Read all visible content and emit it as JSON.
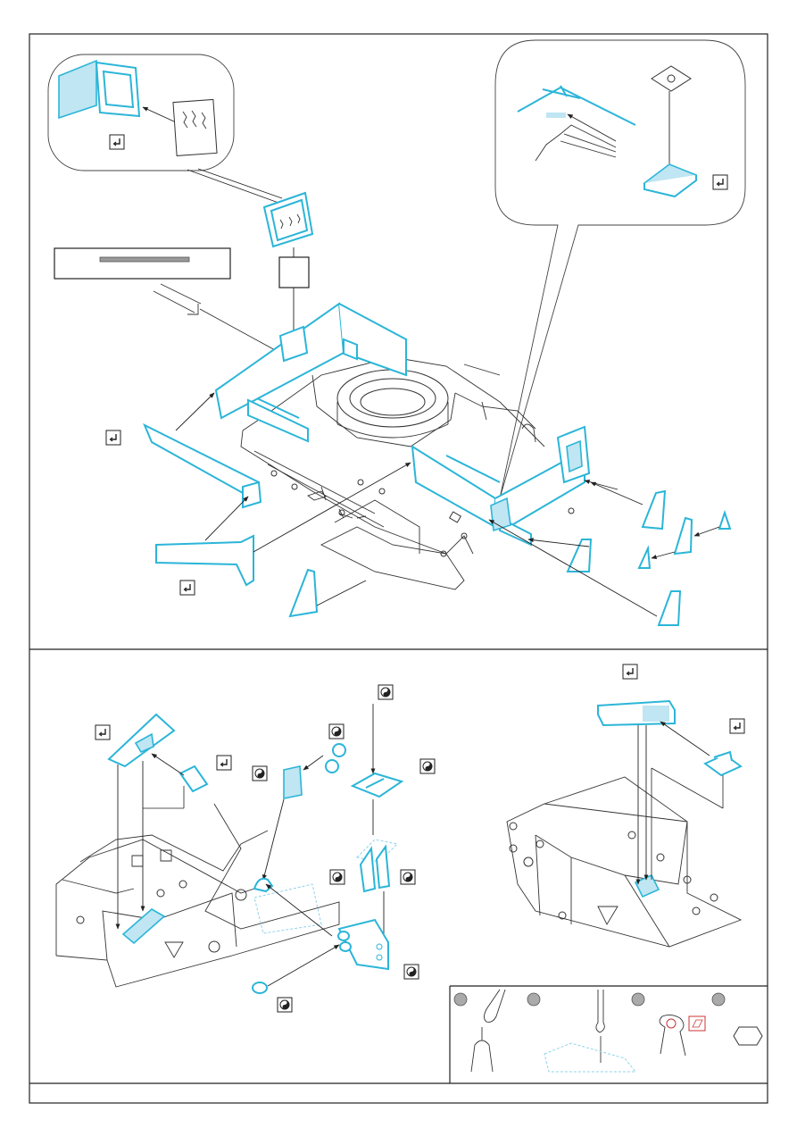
{
  "sheet": {
    "sections": [
      "top-assembly",
      "bottom-assembly",
      "tools-legend"
    ],
    "symbols": {
      "bend": "bend-symbol-icon",
      "glue": "glue-symbol-icon",
      "yin-yang": "fold-symbol-icon"
    },
    "colors": {
      "part_outline": "#2bb5d8",
      "part_fill": "#bfe6f2",
      "kit_outline": "#333333",
      "frame": "#222222"
    },
    "legend": {
      "tool_count": 4,
      "tools": [
        "pliers-icon",
        "file-icon",
        "tweezers-icon",
        "brush-icon"
      ]
    }
  }
}
